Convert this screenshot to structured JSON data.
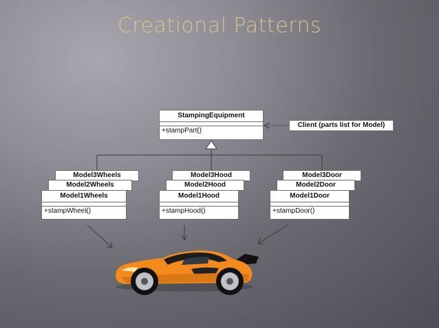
{
  "title": "Creational Patterns",
  "diagram": {
    "base_class": {
      "name": "StampingEquipment",
      "operation": "+stampPart()"
    },
    "client": "Client (parts list for Model)",
    "groups": [
      {
        "id": "wheels",
        "classes": [
          "Model3Wheels",
          "Model2Wheels",
          "Model1Wheels"
        ],
        "operation": "+stampWheel()"
      },
      {
        "id": "hood",
        "classes": [
          "Model3Hood",
          "Model2Hood",
          "Model1Hood"
        ],
        "operation": "+stampHood()"
      },
      {
        "id": "door",
        "classes": [
          "Model3Door",
          "Model2Door",
          "Model1Door"
        ],
        "operation": "+stampDoor()"
      }
    ]
  },
  "colors": {
    "title": "#d6c38a",
    "car_body": "#f28a1c",
    "line": "#3a3a3a"
  },
  "icons": {
    "car": "sports-car-icon"
  }
}
